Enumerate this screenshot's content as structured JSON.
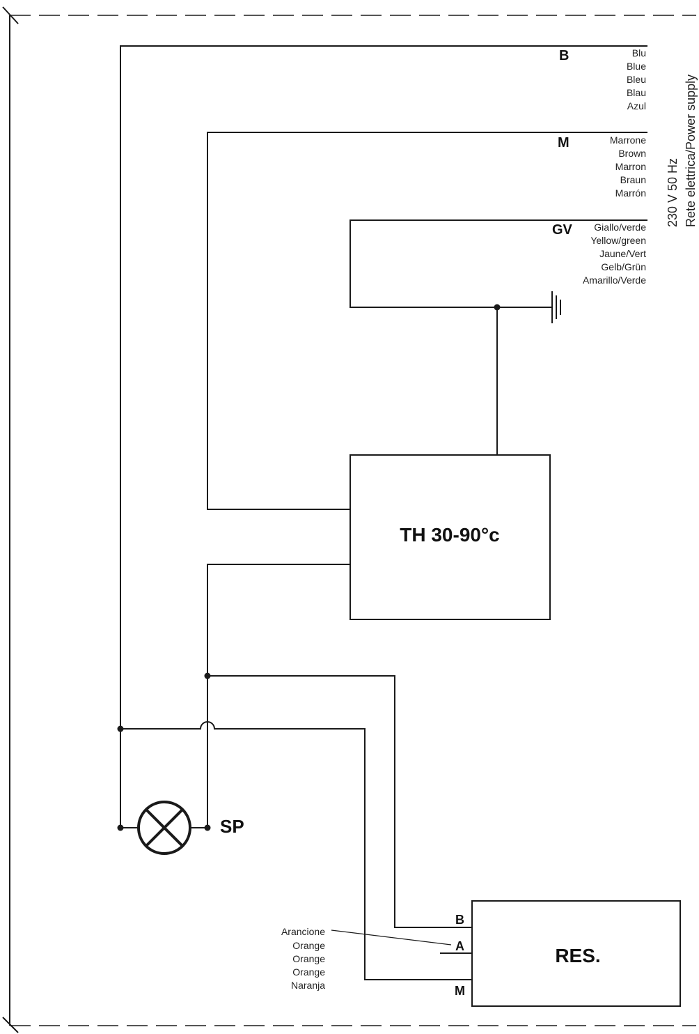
{
  "power_supply": {
    "voltage": "230 V 50 Hz",
    "label": "Rete elettrica/Power supply"
  },
  "wires": [
    {
      "code": "B",
      "names": [
        "Blu",
        "Blue",
        "Bleu",
        "Blau",
        "Azul"
      ]
    },
    {
      "code": "M",
      "names": [
        "Marrone",
        "Brown",
        "Marron",
        "Braun",
        "Marrón"
      ]
    },
    {
      "code": "GV",
      "names": [
        "Giallo/verde",
        "Yellow/green",
        "Jaune/Vert",
        "Gelb/Grün",
        "Amarillo/Verde"
      ]
    }
  ],
  "thermostat": {
    "label": "TH 30-90°c"
  },
  "lamp": {
    "label": "SP"
  },
  "resistance": {
    "label": "RES.",
    "terminals": [
      "B",
      "A",
      "M"
    ],
    "orange_names": [
      "Arancione",
      "Orange",
      "Orange",
      "Orange",
      "Naranja"
    ]
  }
}
